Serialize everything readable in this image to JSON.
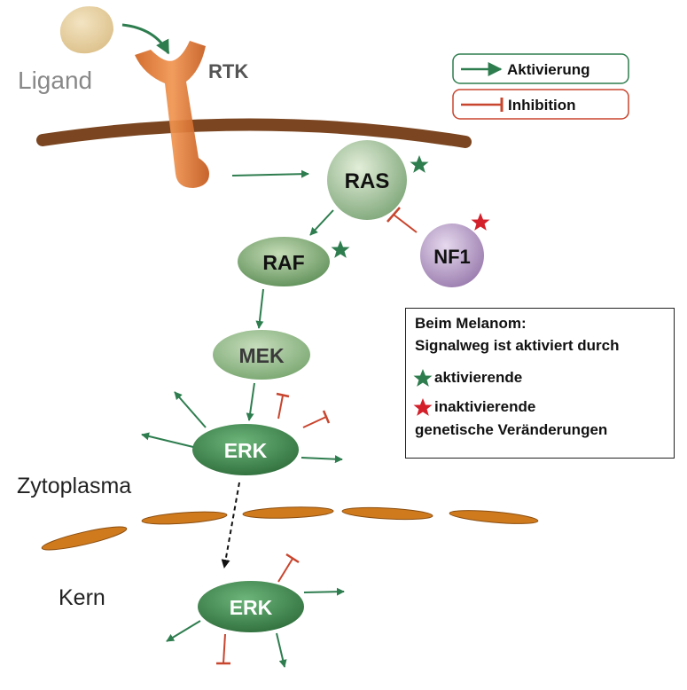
{
  "labels": {
    "ligand": "Ligand",
    "rtk": "RTK",
    "ras": "RAS",
    "raf": "RAF",
    "mek": "MEK",
    "nf1": "NF1",
    "erk_cytoplasm": "ERK",
    "erk_nucleus": "ERK",
    "cytoplasm": "Zytoplasma",
    "nucleus": "Kern"
  },
  "legend": {
    "activation": "Aktivierung",
    "inhibition": "Inhibition"
  },
  "note": {
    "line1": "Beim Melanom:",
    "line2": "Signalweg ist aktiviert durch",
    "activating": "aktivierende",
    "inactivating": "inaktivierende",
    "line5": "genetische Veränderungen"
  },
  "colors": {
    "activation": "#2e7d4f",
    "inhibition": "#c8452e",
    "activating_star": "#2e7d4f",
    "inactivating_star": "#d3202a",
    "membrane": "#7a4520",
    "nuclear_envelope": "#cf7a1c",
    "receptor": "#e07a30",
    "ligand": "#ead4a6",
    "nf1": "#b59ac4"
  }
}
